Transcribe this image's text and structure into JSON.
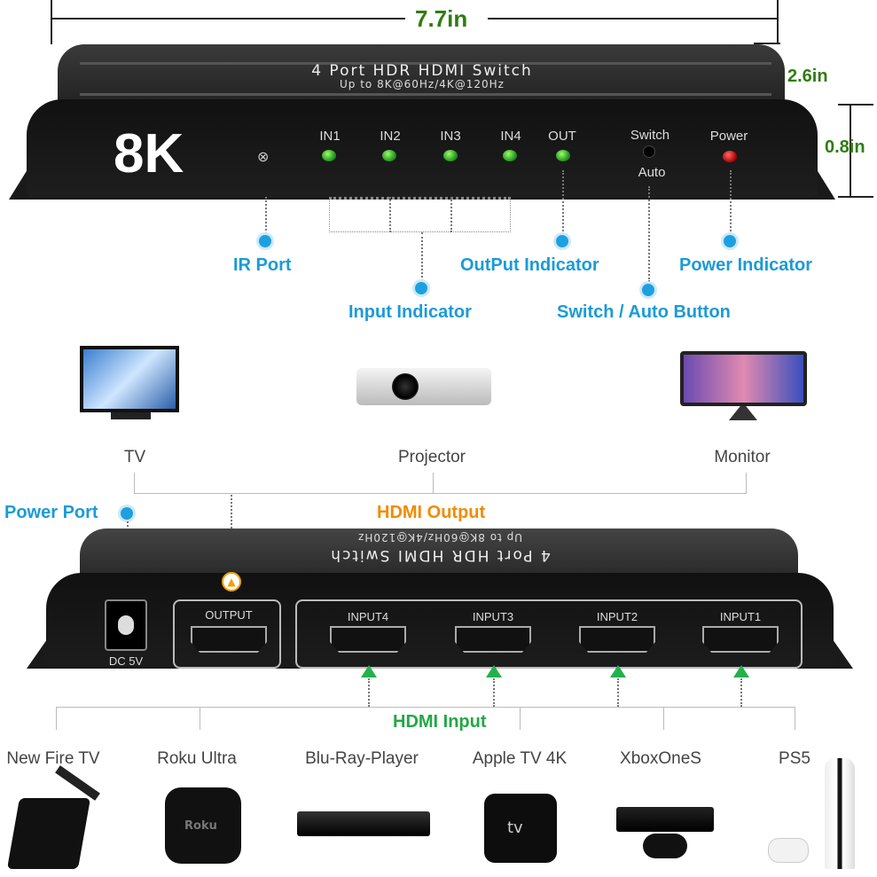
{
  "dimensions": {
    "width": "7.7in",
    "depth": "2.6in",
    "height": "0.8in"
  },
  "device_top": {
    "title": "4 Port HDR HDMI Switch",
    "subtitle": "Up to 8K@60Hz/4K@120Hz",
    "badge": "8K",
    "leds": [
      {
        "label": "IN1"
      },
      {
        "label": "IN2"
      },
      {
        "label": "IN3"
      },
      {
        "label": "IN4"
      },
      {
        "label": "OUT"
      }
    ],
    "switch_label": "Switch",
    "auto_label": "Auto",
    "power_label": "Power"
  },
  "callouts": {
    "ir_port": "IR Port",
    "output_indicator": "OutPut Indicator",
    "power_indicator": "Power Indicator",
    "input_indicator": "Input Indicator",
    "switch_auto_button": "Switch / Auto Button",
    "power_port": "Power Port"
  },
  "outputs": {
    "heading": "HDMI Output",
    "devices": [
      {
        "label": "TV"
      },
      {
        "label": "Projector"
      },
      {
        "label": "Monitor"
      }
    ]
  },
  "device_back": {
    "title": "4 Port HDR HDMI Switch",
    "subtitle": "Up to 8K@60Hz/4K@120Hz",
    "dc_label": "DC 5V",
    "output_label": "OUTPUT",
    "inputs": [
      {
        "label": "INPUT4"
      },
      {
        "label": "INPUT3"
      },
      {
        "label": "INPUT2"
      },
      {
        "label": "INPUT1"
      }
    ]
  },
  "inputs": {
    "heading": "HDMI Input",
    "devices": [
      {
        "label": "New Fire TV"
      },
      {
        "label": "Roku Ultra",
        "brand": "Roku"
      },
      {
        "label": "Blu-Ray-Player"
      },
      {
        "label": "Apple TV 4K",
        "brand": "tv"
      },
      {
        "label": "XboxOneS"
      },
      {
        "label": "PS5"
      }
    ]
  },
  "colors": {
    "callout": "#1a9bd7",
    "output": "#f08c00",
    "input": "#22a846",
    "dimension": "#2f7d12"
  }
}
